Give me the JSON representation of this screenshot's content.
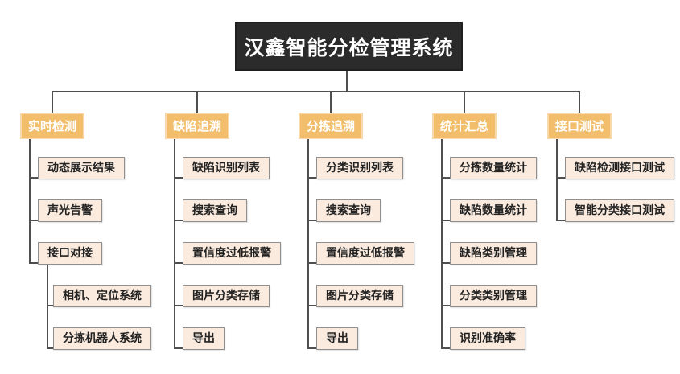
{
  "diagram": {
    "title": "汉鑫智能分检管理系统",
    "branches": [
      {
        "label": "实时检测",
        "children": [
          {
            "label": "动态展示结果"
          },
          {
            "label": "声光告警"
          },
          {
            "label": "接口对接",
            "children": [
              {
                "label": "相机、定位系统"
              },
              {
                "label": "分拣机器人系统"
              }
            ]
          }
        ]
      },
      {
        "label": "缺陷追溯",
        "children": [
          {
            "label": "缺陷识别列表"
          },
          {
            "label": "搜索查询"
          },
          {
            "label": "置信度过低报警"
          },
          {
            "label": "图片分类存储"
          },
          {
            "label": "导出"
          }
        ]
      },
      {
        "label": "分拣追溯",
        "children": [
          {
            "label": "分类识别列表"
          },
          {
            "label": "搜索查询"
          },
          {
            "label": "置信度过低报警"
          },
          {
            "label": "图片分类存储"
          },
          {
            "label": "导出"
          }
        ]
      },
      {
        "label": "统计汇总",
        "children": [
          {
            "label": "分拣数量统计"
          },
          {
            "label": "缺陷数量统计"
          },
          {
            "label": "缺陷类别管理"
          },
          {
            "label": "分类类别管理"
          },
          {
            "label": "识别准确率"
          }
        ]
      },
      {
        "label": "接口测试",
        "children": [
          {
            "label": "缺陷检测接口测试"
          },
          {
            "label": "智能分类接口测试"
          }
        ]
      }
    ],
    "colors": {
      "title_bg": "#2b2b2b",
      "title_border": "#1f1f1f",
      "title_text": "#ffffff",
      "branch_bg": "#f2be6b",
      "branch_border": "#f7d9ad",
      "branch_text": "#ffffff",
      "node_bg": "#fbebdf",
      "node_border": "#8f8f8f",
      "node_text": "#222222",
      "line": "#4f4f4f"
    }
  }
}
